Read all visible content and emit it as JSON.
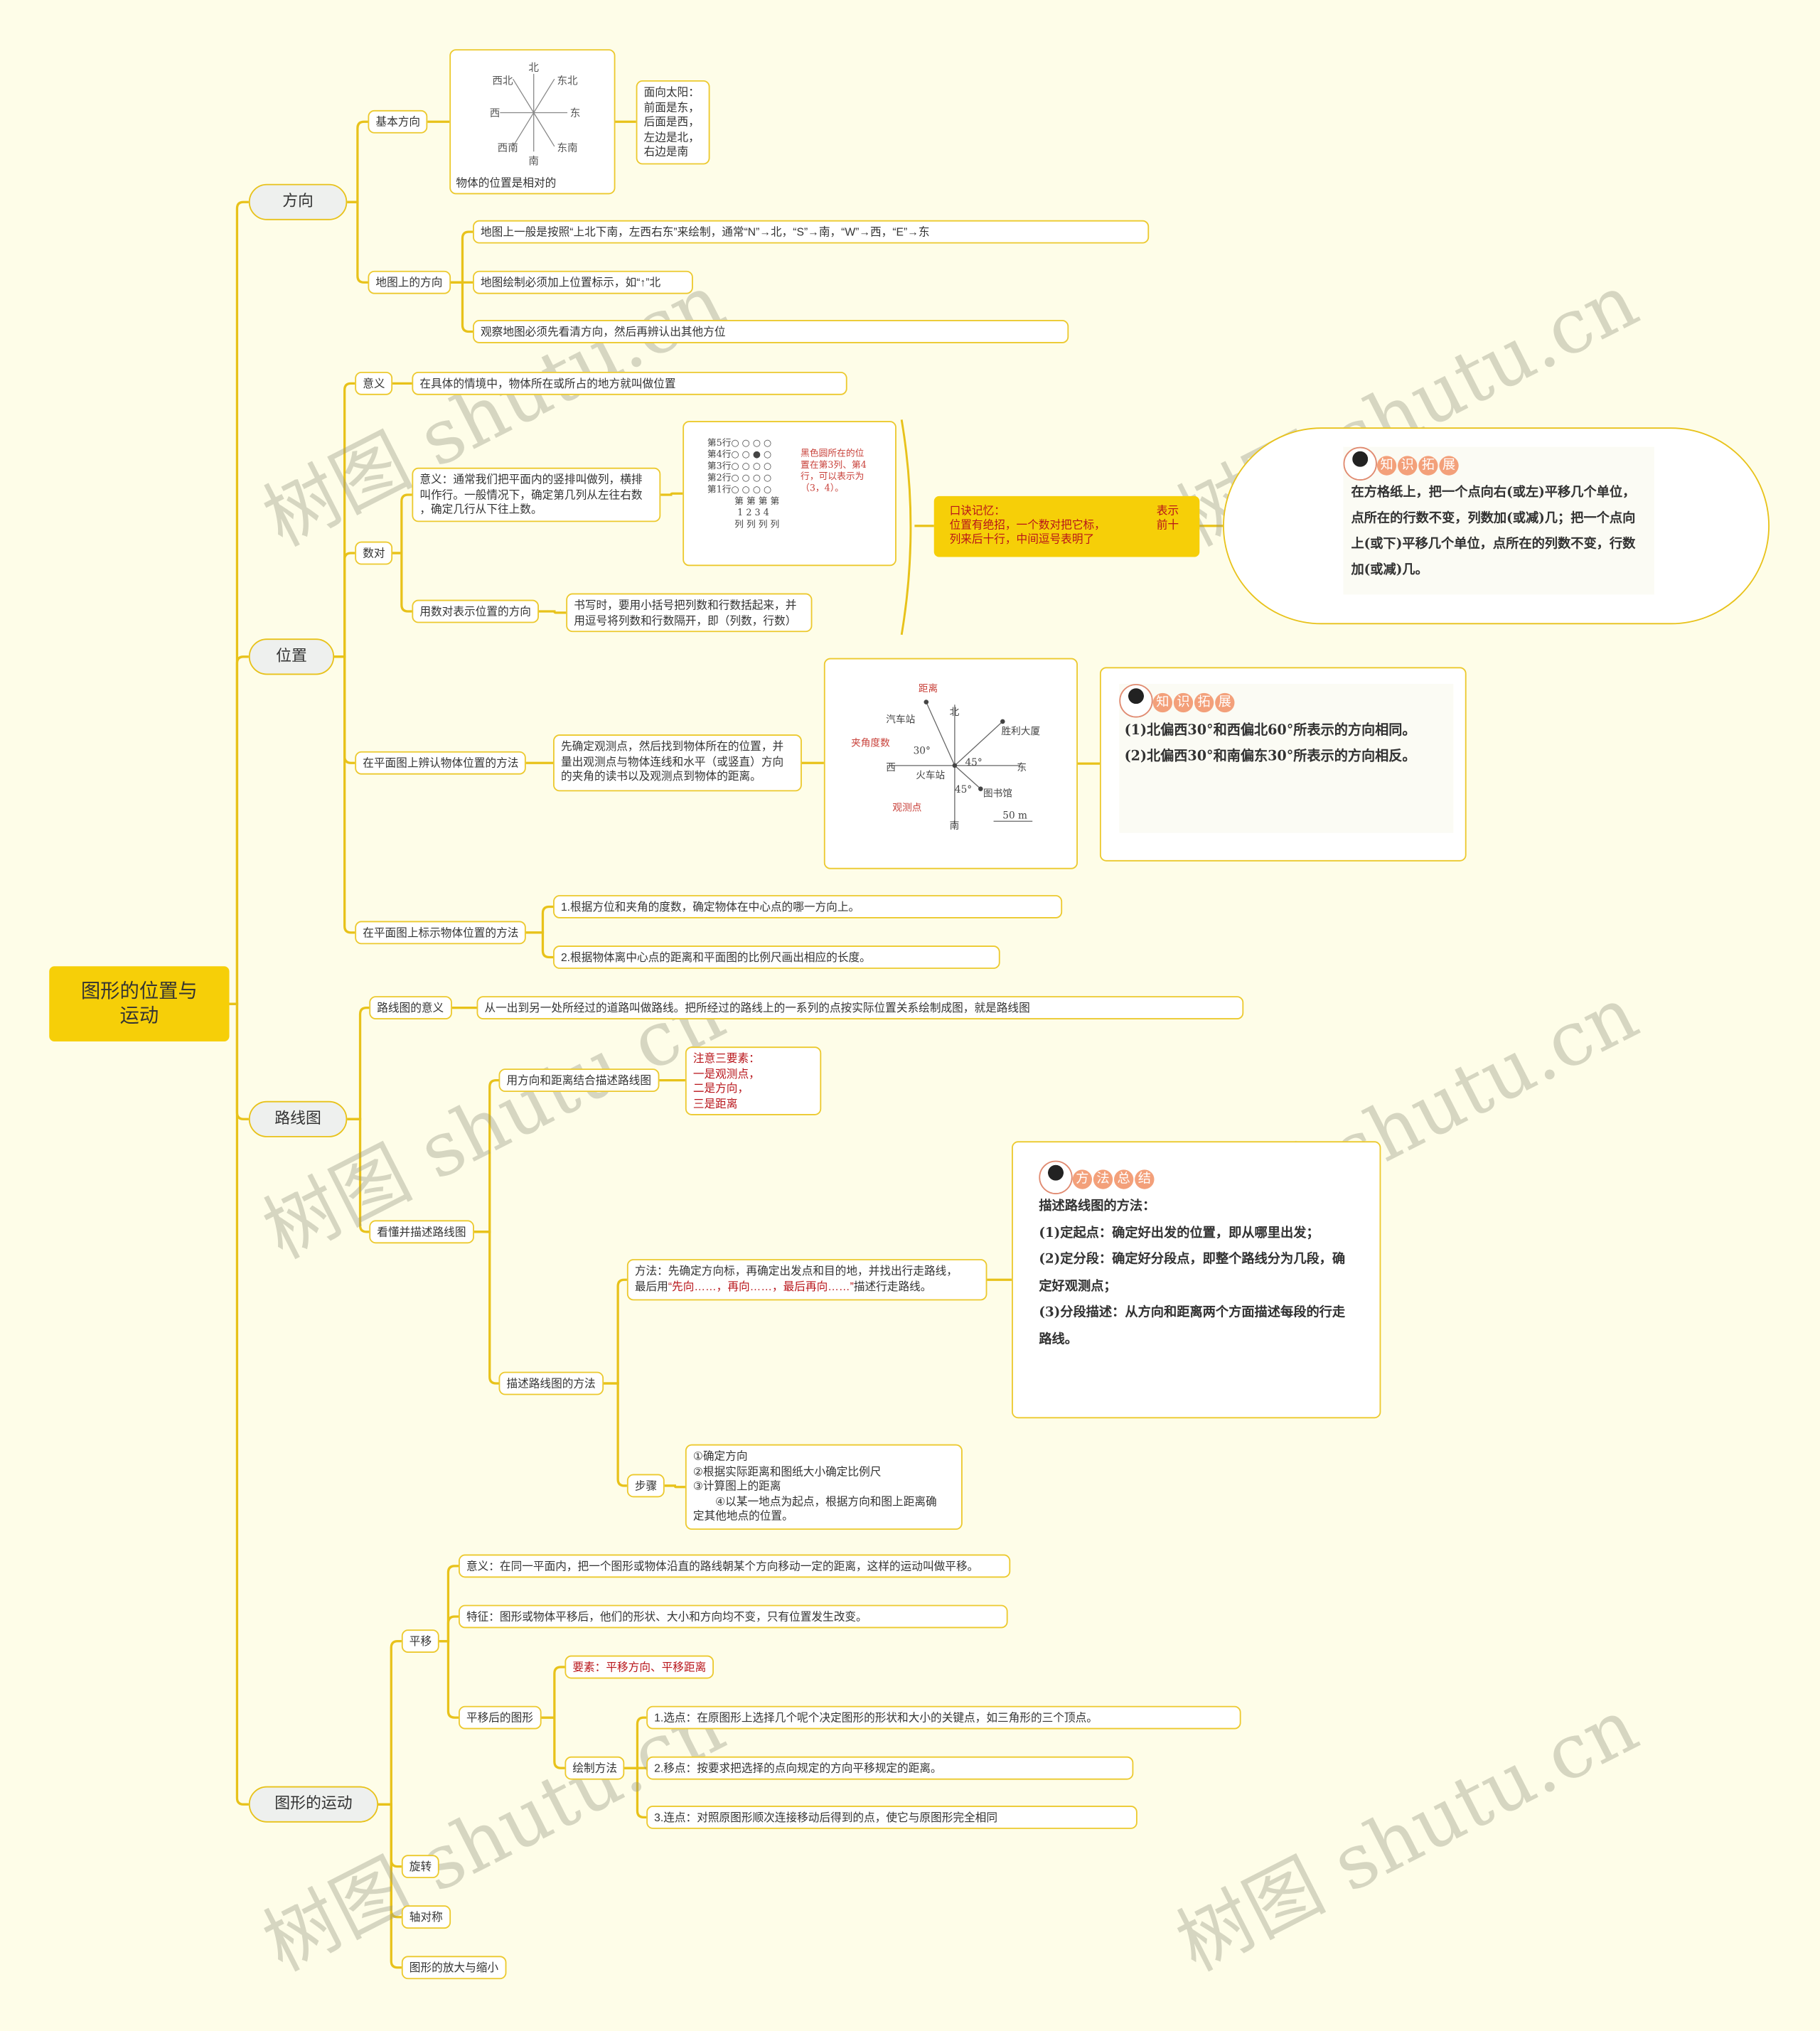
{
  "root": "图形的位置与\n运动",
  "watermark": "树图 shutu.cn",
  "direction": {
    "label": "方向",
    "basic": {
      "label": "基本方向",
      "compass": {
        "n": "北",
        "s": "南",
        "e": "东",
        "w": "西",
        "ne": "东北",
        "nw": "西北",
        "se": "东南",
        "sw": "西南"
      },
      "caption": "物体的位置是相对的",
      "sun": "面向太阳：\n前面是东，\n后面是西，\n左边是北，\n右边是南"
    },
    "map": {
      "label": "地图上的方向",
      "items": [
        "地图上一般是按照“上北下南，左西右东”来绘制，通常“N”→北，“S”→南，“W”→西，“E”→东",
        "地图绘制必须加上位置标示，如“↑”北",
        "观察地图必须先看清方向，然后再辨认出其他方位"
      ]
    }
  },
  "position": {
    "label": "位置",
    "meaning": {
      "label": "意义",
      "text": "在具体的情境中，物体所在或所占的地方就叫做位置"
    },
    "pair": {
      "label": "数对",
      "meaning": "意义：通常我们把平面内的竖排叫做列，横排\n叫作行。一般情况下，确定第几列从左往右数\n，确定几行从下往上数。",
      "grid": {
        "rows": [
          "第5行○ ○ ○ ○",
          "第4行○ ○ ● ○",
          "第3行○ ○ ○ ○",
          "第2行○ ○ ○ ○",
          "第1行○ ○ ○ ○"
        ],
        "cols": "　　　第 第 第 第\n　　　 1  2  3  4\n　　　列 列 列 列",
        "note": "黑色圆所在的位\n置在第3列、第4\n行，可以表示为\n（3，4）。"
      },
      "mnemonic": "口诀记忆：\n位置有绝招，一个数对把它标，\n列来后十行，中间逗号表明了",
      "mnemonic_right": "表示\n前十",
      "knowledge": {
        "title": [
          "知",
          "识",
          "拓",
          "展"
        ],
        "text": "在方格纸上，把一个点向右(或左)平移几个单位，点所在的行数不变，列数加(或减)几；把一个点向上(或下)平移几个单位，点所在的列数不变，行数加(或减)几。"
      },
      "write": {
        "label": "用数对表示位置的方向",
        "text": "书写时，要用小括号把列数和行数括起来，并\n用逗号将列数和行数隔开，即（列数，行数）"
      }
    },
    "identify": {
      "label": "在平面图上辨认物体位置的方法",
      "text": "先确定观测点，然后找到物体所在的位置，并\n量出观测点与物体连线和水平（或竖直）方向\n的夹角的读书以及观测点到物体的距离。",
      "diagram": {
        "distance": "距离",
        "north": "北",
        "bus": "汽车站",
        "tower": "胜利大厦",
        "angle": "夹角度数",
        "a30": "30°",
        "a45": "45°",
        "west": "西",
        "east": "东",
        "train": "火车站",
        "a45b": "45°",
        "library": "图书馆",
        "observe": "观测点",
        "south": "南",
        "scale": "50 m"
      },
      "knowledge": {
        "title": [
          "知",
          "识",
          "拓",
          "展"
        ],
        "lines": [
          "(1)北偏西30°和西偏北60°所表示的方向相同。",
          "(2)北偏西30°和南偏东30°所表示的方向相反。"
        ]
      }
    },
    "mark": {
      "label": "在平面图上标示物体位置的方法",
      "items": [
        "1.根据方位和夹角的度数，确定物体在中心点的哪一方向上。",
        "2.根据物体离中心点的距离和平面图的比例尺画出相应的长度。"
      ]
    }
  },
  "route": {
    "label": "路线图",
    "meaning": {
      "label": "路线图的意义",
      "text": "从一出到另一处所经过的道路叫做路线。把所经过的路线上的一系列的点按实际位置关系绘制成图，就是路线图"
    },
    "understand": {
      "label": "看懂并描述路线图",
      "combine": {
        "label": "用方向和距离结合描述路线图",
        "note": "注意三要素：\n一是观测点，\n 二是方向，\n三是距离"
      },
      "method": {
        "label": "描述路线图的方法",
        "text_a": "方法：先确定方向标，再确定出发点和目的地，并找出行走路线，\n最后用",
        "text_red": "“先向……，再向……，最后再向……”",
        "text_b": "描述行走路线。",
        "summary": {
          "title": [
            "方",
            "法",
            "总",
            "结"
          ],
          "heading": "描述路线图的方法：",
          "lines": [
            "(1)定起点：确定好出发的位置，即从哪里出发；",
            "(2)定分段：确定好分段点，即整个路线分为几段，确定好观测点；",
            "(3)分段描述：从方向和距离两个方面描述每段的行走路线。"
          ]
        },
        "steps": {
          "label": "步骤",
          "text": "①确定方向\n②根据实际距离和图纸大小确定比例尺\n③计算图上的距离\n　　④以某一地点为起点，根据方向和图上距离确\n定其他地点的位置。"
        }
      }
    }
  },
  "motion": {
    "label": "图形的运动",
    "translation": {
      "label": "平移",
      "meaning": "意义：在同一平面内，把一个图形或物体沿直的路线朝某个方向移动一定的距离，这样的运动叫做平移。",
      "feature": "特征：图形或物体平移后，他们的形状、大小和方向均不变，只有位置发生改变。",
      "after": {
        "label": "平移后的图形",
        "elements": "要素：平移方向、平移距离",
        "draw": {
          "label": "绘制方法",
          "items": [
            "1.选点：在原图形上选择几个呢个决定图形的形状和大小的关键点，如三角形的三个顶点。",
            "2.移点：按要求把选择的点向规定的方向平移规定的距离。",
            "3.连点：对照原图形顺次连接移动后得到的点，使它与原图形完全相同"
          ]
        }
      }
    },
    "rotation": "旋转",
    "symmetry": "轴对称",
    "scale": "图形的放大与缩小"
  }
}
